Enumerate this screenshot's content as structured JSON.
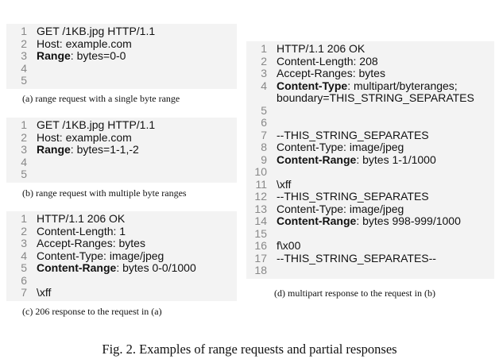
{
  "blocks": [
    {
      "id": "a",
      "lines": [
        {
          "n": "1",
          "key": "",
          "rest": "GET /1KB.jpg HTTP/1.1"
        },
        {
          "n": "2",
          "key": "",
          "rest": "Host: example.com"
        },
        {
          "n": "3",
          "key": "Range",
          "rest": ": bytes=0-0"
        },
        {
          "n": "4",
          "key": "",
          "rest": ""
        },
        {
          "n": "5",
          "key": "",
          "rest": ""
        }
      ],
      "caption": "(a) range request with a single byte range"
    },
    {
      "id": "b",
      "lines": [
        {
          "n": "1",
          "key": "",
          "rest": "GET /1KB.jpg HTTP/1.1"
        },
        {
          "n": "2",
          "key": "",
          "rest": "Host: example.com"
        },
        {
          "n": "3",
          "key": "Range",
          "rest": ": bytes=1-1,-2"
        },
        {
          "n": "4",
          "key": "",
          "rest": ""
        },
        {
          "n": "5",
          "key": "",
          "rest": ""
        }
      ],
      "caption": "(b) range request with multiple byte ranges"
    },
    {
      "id": "c",
      "lines": [
        {
          "n": "1",
          "key": "",
          "rest": "HTTP/1.1 206 OK"
        },
        {
          "n": "2",
          "key": "",
          "rest": "Content-Length: 1"
        },
        {
          "n": "3",
          "key": "",
          "rest": "Accept-Ranges: bytes"
        },
        {
          "n": "4",
          "key": "",
          "rest": "Content-Type: image/jpeg"
        },
        {
          "n": "5",
          "key": "Content-Range",
          "rest": ": bytes 0-0/1000"
        },
        {
          "n": "6",
          "key": "",
          "rest": ""
        },
        {
          "n": "7",
          "key": "",
          "rest": "\\xff"
        }
      ],
      "caption": "(c) 206 response to the request in (a)"
    },
    {
      "id": "d",
      "lines": [
        {
          "n": "1",
          "key": "",
          "rest": "HTTP/1.1 206 OK"
        },
        {
          "n": "2",
          "key": "",
          "rest": "Content-Length: 208"
        },
        {
          "n": "3",
          "key": "",
          "rest": "Accept-Ranges: bytes"
        },
        {
          "n": "4",
          "key": "Content-Type",
          "rest": ": multipart/byteranges;"
        },
        {
          "n": "",
          "key": "",
          "rest": "boundary=THIS_STRING_SEPARATES"
        },
        {
          "n": "5",
          "key": "",
          "rest": ""
        },
        {
          "n": "6",
          "key": "",
          "rest": ""
        },
        {
          "n": "7",
          "key": "",
          "rest": "--THIS_STRING_SEPARATES"
        },
        {
          "n": "8",
          "key": "",
          "rest": "Content-Type: image/jpeg"
        },
        {
          "n": "9",
          "key": "Content-Range",
          "rest": ": bytes 1-1/1000"
        },
        {
          "n": "10",
          "key": "",
          "rest": ""
        },
        {
          "n": "11",
          "key": "",
          "rest": "\\xff"
        },
        {
          "n": "12",
          "key": "",
          "rest": "--THIS_STRING_SEPARATES"
        },
        {
          "n": "13",
          "key": "",
          "rest": "Content-Type: image/jpeg"
        },
        {
          "n": "14",
          "key": "Content-Range",
          "rest": ": bytes 998-999/1000"
        },
        {
          "n": "15",
          "key": "",
          "rest": ""
        },
        {
          "n": "16",
          "key": "",
          "rest": "f\\x00"
        },
        {
          "n": "17",
          "key": "",
          "rest": "--THIS_STRING_SEPARATES--"
        },
        {
          "n": "18",
          "key": "",
          "rest": ""
        }
      ],
      "caption": "(d) multipart response to the request in (b)"
    }
  ],
  "figure_caption": "Fig. 2.  Examples of range requests and partial responses"
}
